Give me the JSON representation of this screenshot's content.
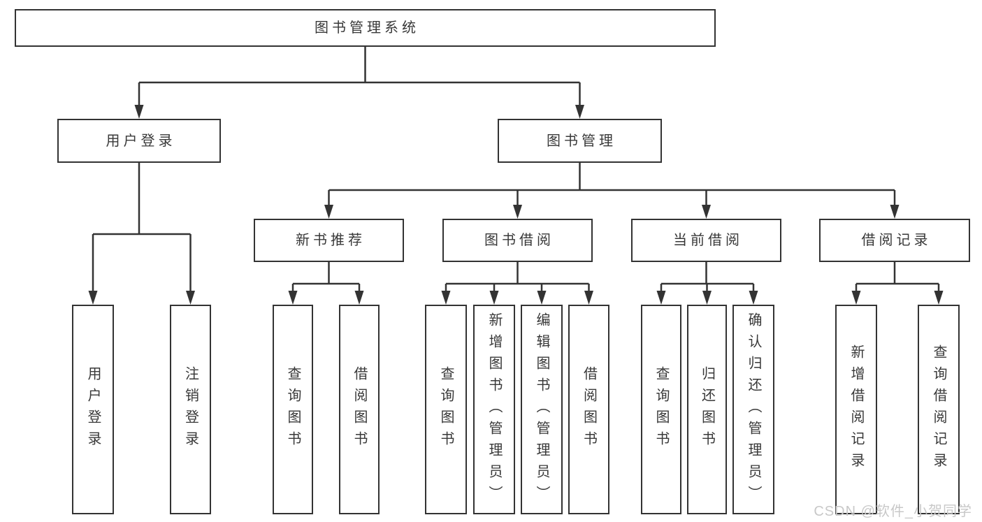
{
  "diagram": {
    "title": "图书管理系统",
    "nodes": [
      {
        "id": "root",
        "label": "图书管理系统",
        "level": 1,
        "parent": null,
        "orientation": "horizontal"
      },
      {
        "id": "user-login",
        "label": "用户登录",
        "level": 2,
        "parent": "root",
        "orientation": "horizontal"
      },
      {
        "id": "book-mgmt",
        "label": "图书管理",
        "level": 2,
        "parent": "root",
        "orientation": "horizontal"
      },
      {
        "id": "new-book-rec",
        "label": "新书推荐",
        "level": 3,
        "parent": "book-mgmt",
        "orientation": "horizontal"
      },
      {
        "id": "book-borrow",
        "label": "图书借阅",
        "level": 3,
        "parent": "book-mgmt",
        "orientation": "horizontal"
      },
      {
        "id": "current-borrow",
        "label": "当前借阅",
        "level": 3,
        "parent": "book-mgmt",
        "orientation": "horizontal"
      },
      {
        "id": "borrow-records",
        "label": "借阅记录",
        "level": 3,
        "parent": "book-mgmt",
        "orientation": "horizontal"
      },
      {
        "id": "leaf-user-login",
        "label": "用户登录",
        "level": 4,
        "parent": "user-login",
        "orientation": "vertical"
      },
      {
        "id": "leaf-logout",
        "label": "注销登录",
        "level": 4,
        "parent": "user-login",
        "orientation": "vertical"
      },
      {
        "id": "leaf-query-book-1",
        "label": "查询图书",
        "level": 4,
        "parent": "new-book-rec",
        "orientation": "vertical"
      },
      {
        "id": "leaf-borrow-book-1",
        "label": "借阅图书",
        "level": 4,
        "parent": "new-book-rec",
        "orientation": "vertical"
      },
      {
        "id": "leaf-query-book-2",
        "label": "查询图书",
        "level": 4,
        "parent": "book-borrow",
        "orientation": "vertical"
      },
      {
        "id": "leaf-add-book",
        "label": "新增图书（管理员）",
        "level": 4,
        "parent": "book-borrow",
        "orientation": "vertical"
      },
      {
        "id": "leaf-edit-book",
        "label": "编辑图书（管理员）",
        "level": 4,
        "parent": "book-borrow",
        "orientation": "vertical"
      },
      {
        "id": "leaf-borrow-book-2",
        "label": "借阅图书",
        "level": 4,
        "parent": "book-borrow",
        "orientation": "vertical"
      },
      {
        "id": "leaf-query-book-3",
        "label": "查询图书",
        "level": 4,
        "parent": "current-borrow",
        "orientation": "vertical"
      },
      {
        "id": "leaf-return-book",
        "label": "归还图书",
        "level": 4,
        "parent": "current-borrow",
        "orientation": "vertical"
      },
      {
        "id": "leaf-confirm-return",
        "label": "确认归还（管理员）",
        "level": 4,
        "parent": "current-borrow",
        "orientation": "vertical"
      },
      {
        "id": "leaf-add-borrow-record",
        "label": "新增借阅记录",
        "level": 4,
        "parent": "borrow-records",
        "orientation": "vertical"
      },
      {
        "id": "leaf-query-borrow-record",
        "label": "查询借阅记录",
        "level": 4,
        "parent": "borrow-records",
        "orientation": "vertical"
      }
    ],
    "colors": {
      "line": "#333333",
      "box_border": "#333333",
      "box_background": "#ffffff",
      "text": "#383838",
      "page_background": "#ffffff"
    }
  },
  "watermark": {
    "text": "CSDN @软件_小贺同学",
    "color": "#c8c8c8"
  }
}
